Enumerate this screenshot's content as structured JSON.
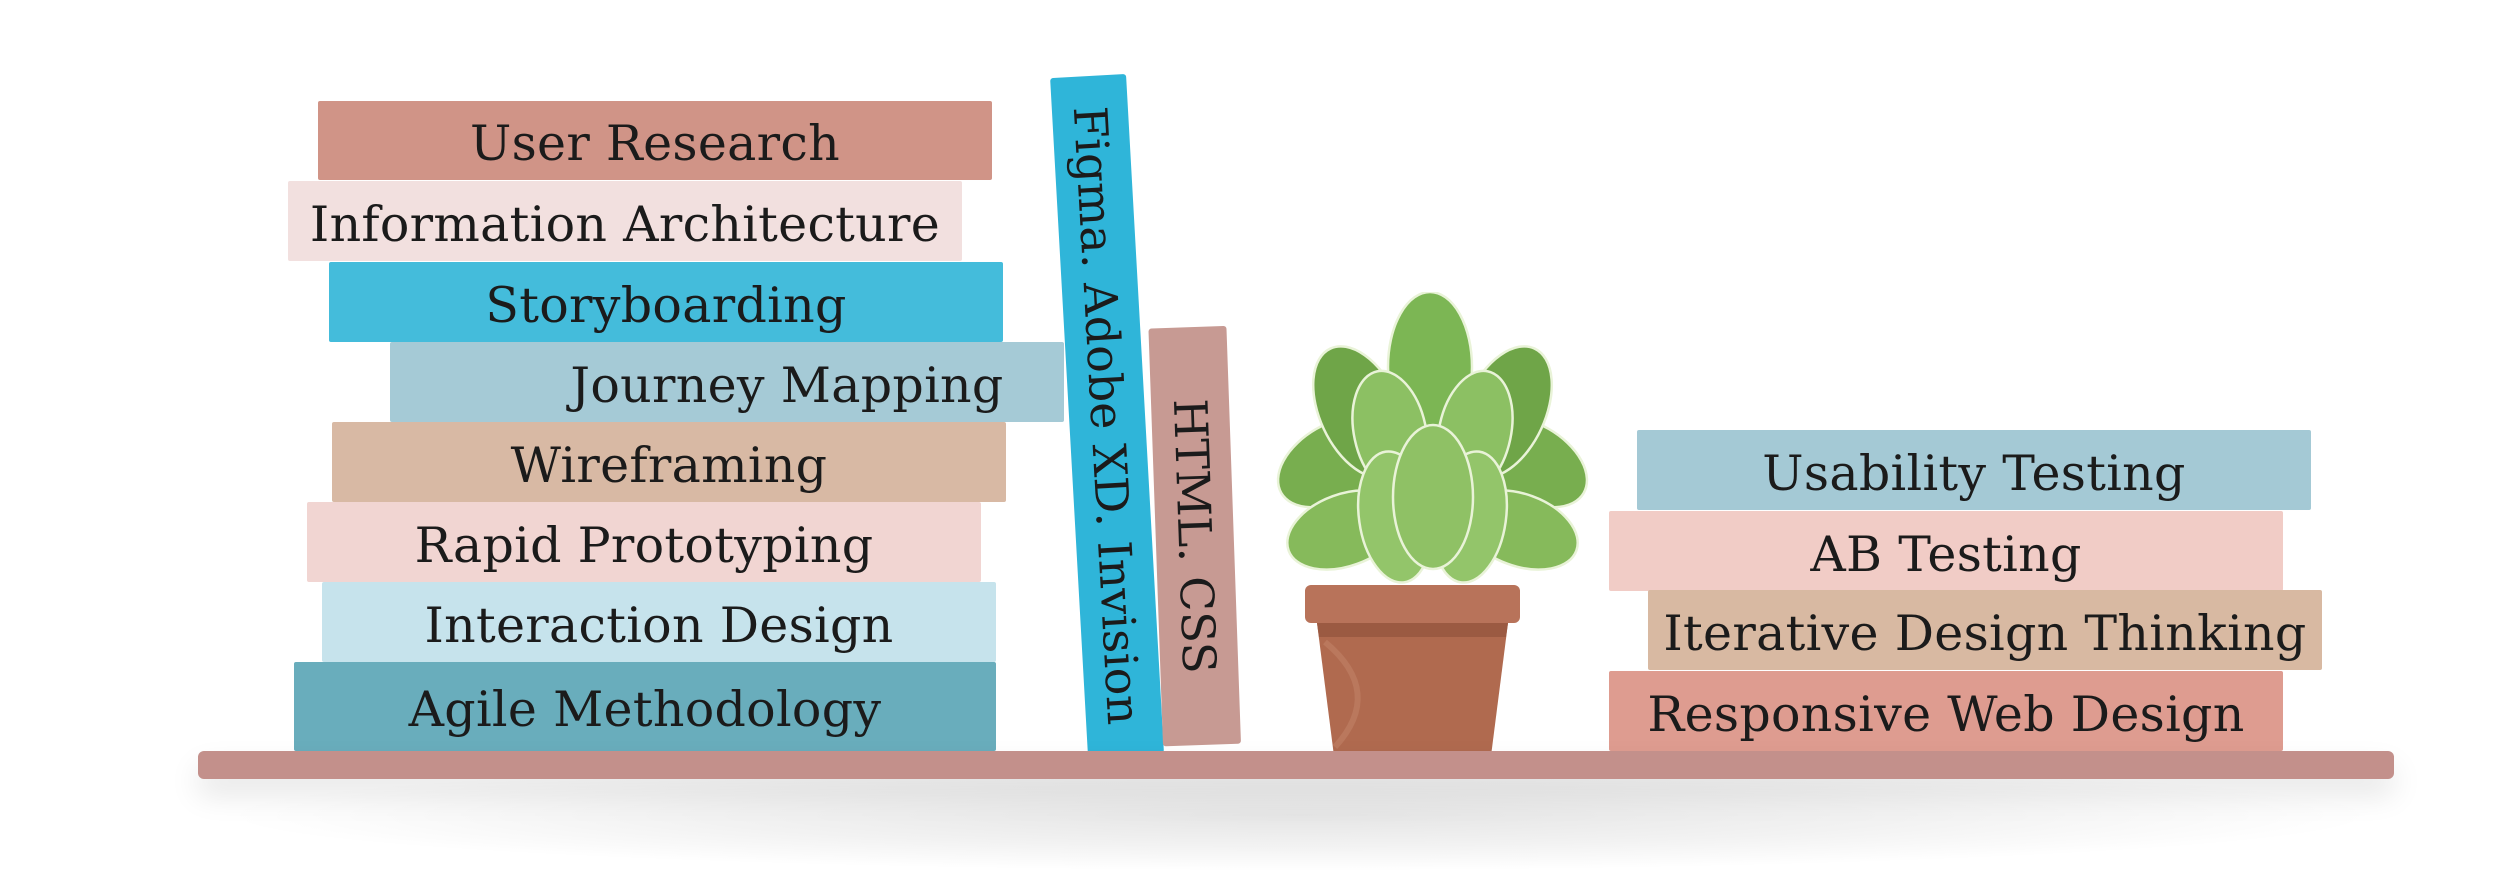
{
  "left_stack": [
    {
      "label": "User Research",
      "color": "#d09487"
    },
    {
      "label": "Information Architecture",
      "color": "#f2e0df"
    },
    {
      "label": "Storyboarding",
      "color": "#44bcdb"
    },
    {
      "label": "Journey Mapping",
      "color": "#a5cad6"
    },
    {
      "label": "Wireframing",
      "color": "#d8b9a4"
    },
    {
      "label": "Rapid Prototyping",
      "color": "#f1d5d2"
    },
    {
      "label": "Interaction Design",
      "color": "#c6e3ec"
    },
    {
      "label": "Agile Methodology",
      "color": "#69adbc"
    }
  ],
  "leaning_books": [
    {
      "label": "Figma. Adobe XD. Invision",
      "color": "#2fb5d9"
    },
    {
      "label": "HTML. CSS",
      "color": "#c79a93"
    }
  ],
  "right_stack": [
    {
      "label": "Usability Testing",
      "color": "#a4c9d5"
    },
    {
      "label": "AB Testing",
      "color": "#f1ccc6"
    },
    {
      "label": "Iterative Design Thinking",
      "color": "#d8b9a2"
    },
    {
      "label": "Responsive Web Design",
      "color": "#de9c90"
    }
  ],
  "decor": {
    "plant_icon": "potted-succulent-icon",
    "pot_color": "#b06a4f",
    "leaf_color": "#86b85a",
    "shelf_color": "#c3908b"
  }
}
